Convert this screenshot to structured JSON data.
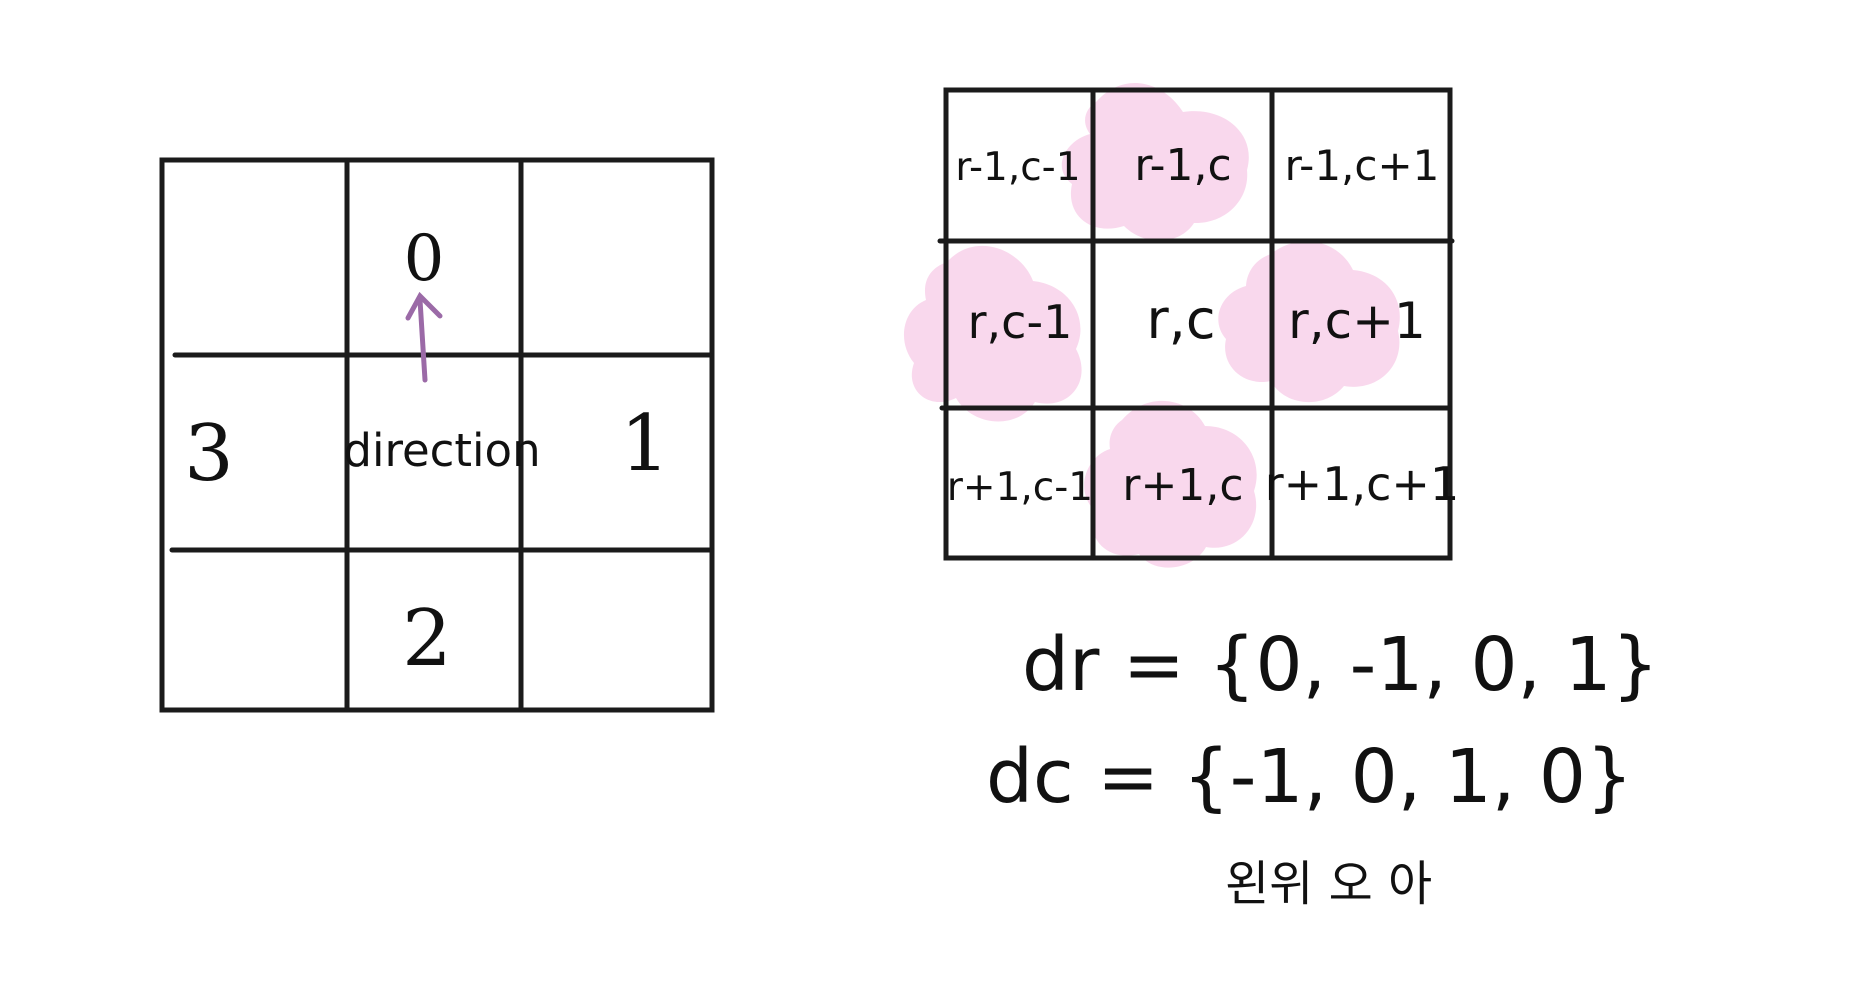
{
  "left_grid": {
    "up": "0",
    "left": "3",
    "right": "1",
    "down": "2",
    "center": "direction"
  },
  "neighbor_grid": {
    "cells": [
      [
        "r-1,c-1",
        "r-1,c",
        "r-1,c+1"
      ],
      [
        "r,c-1",
        "r,c",
        "r,c+1"
      ],
      [
        "r+1,c-1",
        "r+1,c",
        "r+1,c+1"
      ]
    ]
  },
  "arrays": {
    "dr": "dr = {0, -1, 0, 1}",
    "dc": "dc = {-1, 0, 1, 0}",
    "korean_labels": "왼위 오 아"
  },
  "colors": {
    "ink": "#111111",
    "highlight": "#f9d6ec",
    "arrow": "#9b6aa7"
  }
}
